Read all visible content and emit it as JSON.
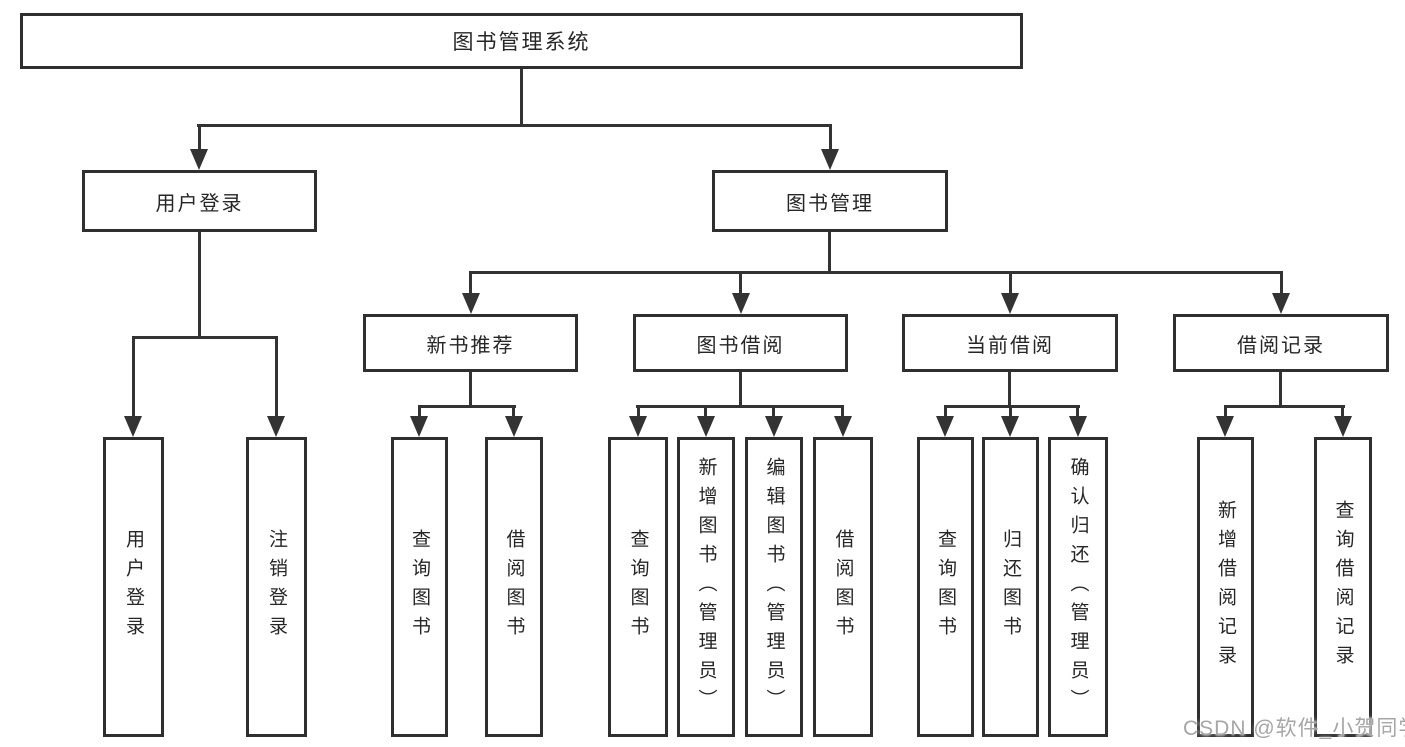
{
  "diagram": {
    "title": "图书管理系统",
    "watermark": "CSDN @软件_小贺同学",
    "colors": {
      "line": "#333333",
      "border": "#2f2f2f",
      "text": "#262626",
      "watermark": "#a6a6a6",
      "background": "#ffffff"
    },
    "tree": {
      "label": "图书管理系统",
      "children": [
        {
          "label": "用户登录",
          "children": [
            {
              "label": "用户登录"
            },
            {
              "label": "注销登录"
            }
          ]
        },
        {
          "label": "图书管理",
          "children": [
            {
              "label": "新书推荐",
              "children": [
                {
                  "label": "查询图书"
                },
                {
                  "label": "借阅图书"
                }
              ]
            },
            {
              "label": "图书借阅",
              "children": [
                {
                  "label": "查询图书"
                },
                {
                  "label": "新增图书（管理员）"
                },
                {
                  "label": "编辑图书（管理员）"
                },
                {
                  "label": "借阅图书"
                }
              ]
            },
            {
              "label": "当前借阅",
              "children": [
                {
                  "label": "查询图书"
                },
                {
                  "label": "归还图书"
                },
                {
                  "label": "确认归还（管理员）"
                }
              ]
            },
            {
              "label": "借阅记录",
              "children": [
                {
                  "label": "新增借阅记录"
                },
                {
                  "label": "查询借阅记录"
                }
              ]
            }
          ]
        }
      ]
    }
  }
}
